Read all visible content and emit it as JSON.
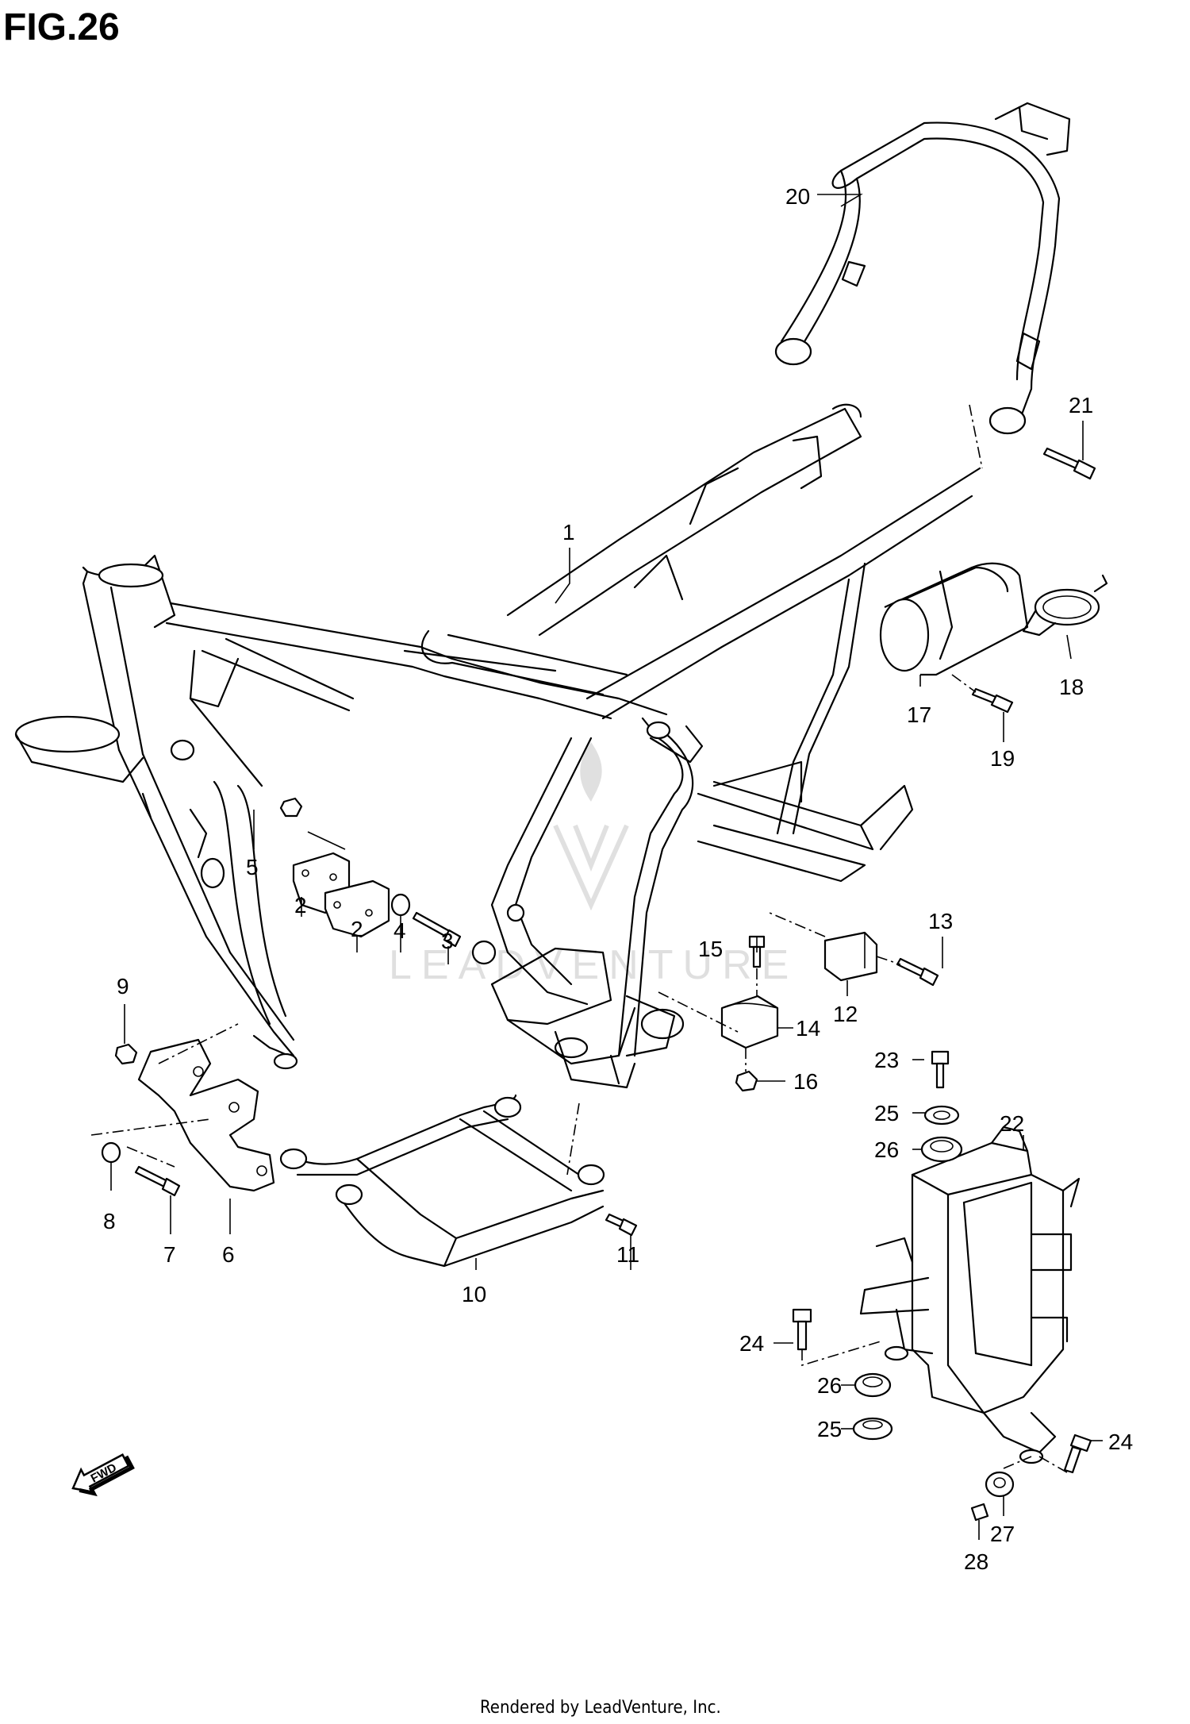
{
  "figure": {
    "title": "FIG.26"
  },
  "callouts": [
    "1",
    "2",
    "2",
    "3",
    "4",
    "5",
    "6",
    "7",
    "8",
    "9",
    "10",
    "11",
    "12",
    "13",
    "14",
    "15",
    "16",
    "17",
    "18",
    "19",
    "20",
    "21",
    "22",
    "23",
    "24",
    "24",
    "25",
    "25",
    "26",
    "26",
    "27",
    "28"
  ],
  "watermark": {
    "text": "LEADVENTURE"
  },
  "fwd_label": "FWD",
  "footer": {
    "credit": "Rendered by LeadVenture, Inc."
  }
}
